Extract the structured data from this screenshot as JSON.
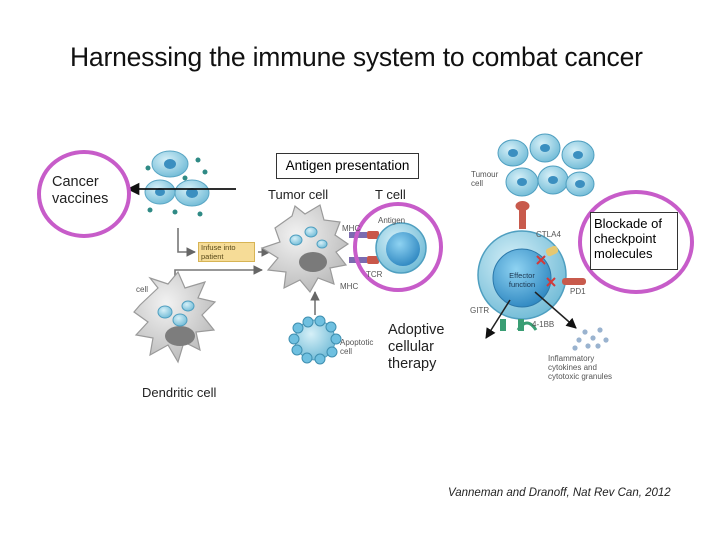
{
  "slide": {
    "title": "Harnessing the immune system to combat cancer",
    "citation": "Vanneman and Dranoff, Nat Rev Can, 2012"
  },
  "diagram": {
    "antigen_presentation": "Antigen presentation",
    "cancer_vaccines": "Cancer\nvaccines",
    "adoptive_therapy": "Adoptive\ncellular\ntherapy",
    "checkpoint_blockade": "Blockade of\ncheckpoint\nmolecules",
    "tumor_cell": "Tumor cell",
    "t_cell": "T cell",
    "dendritic_cell": "Dendritic cell",
    "infuse_into_patient": "Infuse into\npatient",
    "mhc_top": "MHC",
    "mhc_bottom": "MHC",
    "antigen": "Antigen",
    "tcr": "TCR",
    "apoptotic_cell": "Apoptotic\ncell",
    "cell_partial": "cell",
    "tumour_cell": "Tumour\ncell",
    "ctla4": "CTLA4",
    "pd1": "PD1",
    "gitr": "GITR",
    "four_1bb": "4-1BB",
    "effector_function": "Effector\nfunction",
    "inflammatory": "Inflammatory\ncytokines and\ncytotoxic granules"
  },
  "colors": {
    "highlight_circle": "#c75cc9",
    "cell_blue": "#7fc6de",
    "nucleus_blue": "#3a9bd0",
    "dendritic_grey": "#d0d0d0"
  }
}
